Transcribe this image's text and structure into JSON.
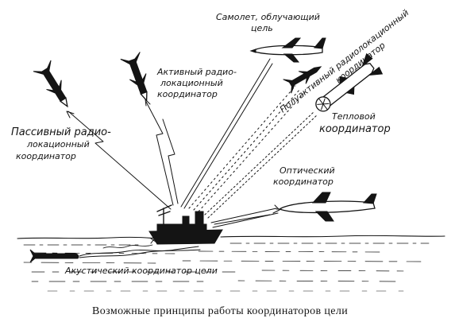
{
  "labels": {
    "passive_radar": [
      "Пассивный радио-",
      "локационный",
      "координатор"
    ],
    "active_radar": [
      "Активный радио-",
      "локационный",
      "координатор"
    ],
    "illuminating_aircraft": [
      "Самолет, облучающий",
      "цель"
    ],
    "semi_active_radar": [
      "Полуактивный радиолокационный",
      "координатор"
    ],
    "thermal": [
      "Тепловой",
      "координатор"
    ],
    "optical": [
      "Оптический",
      "координатор"
    ],
    "acoustic": "Акустический координатор цели"
  },
  "caption": "Возможные принципы работы координаторов цели"
}
